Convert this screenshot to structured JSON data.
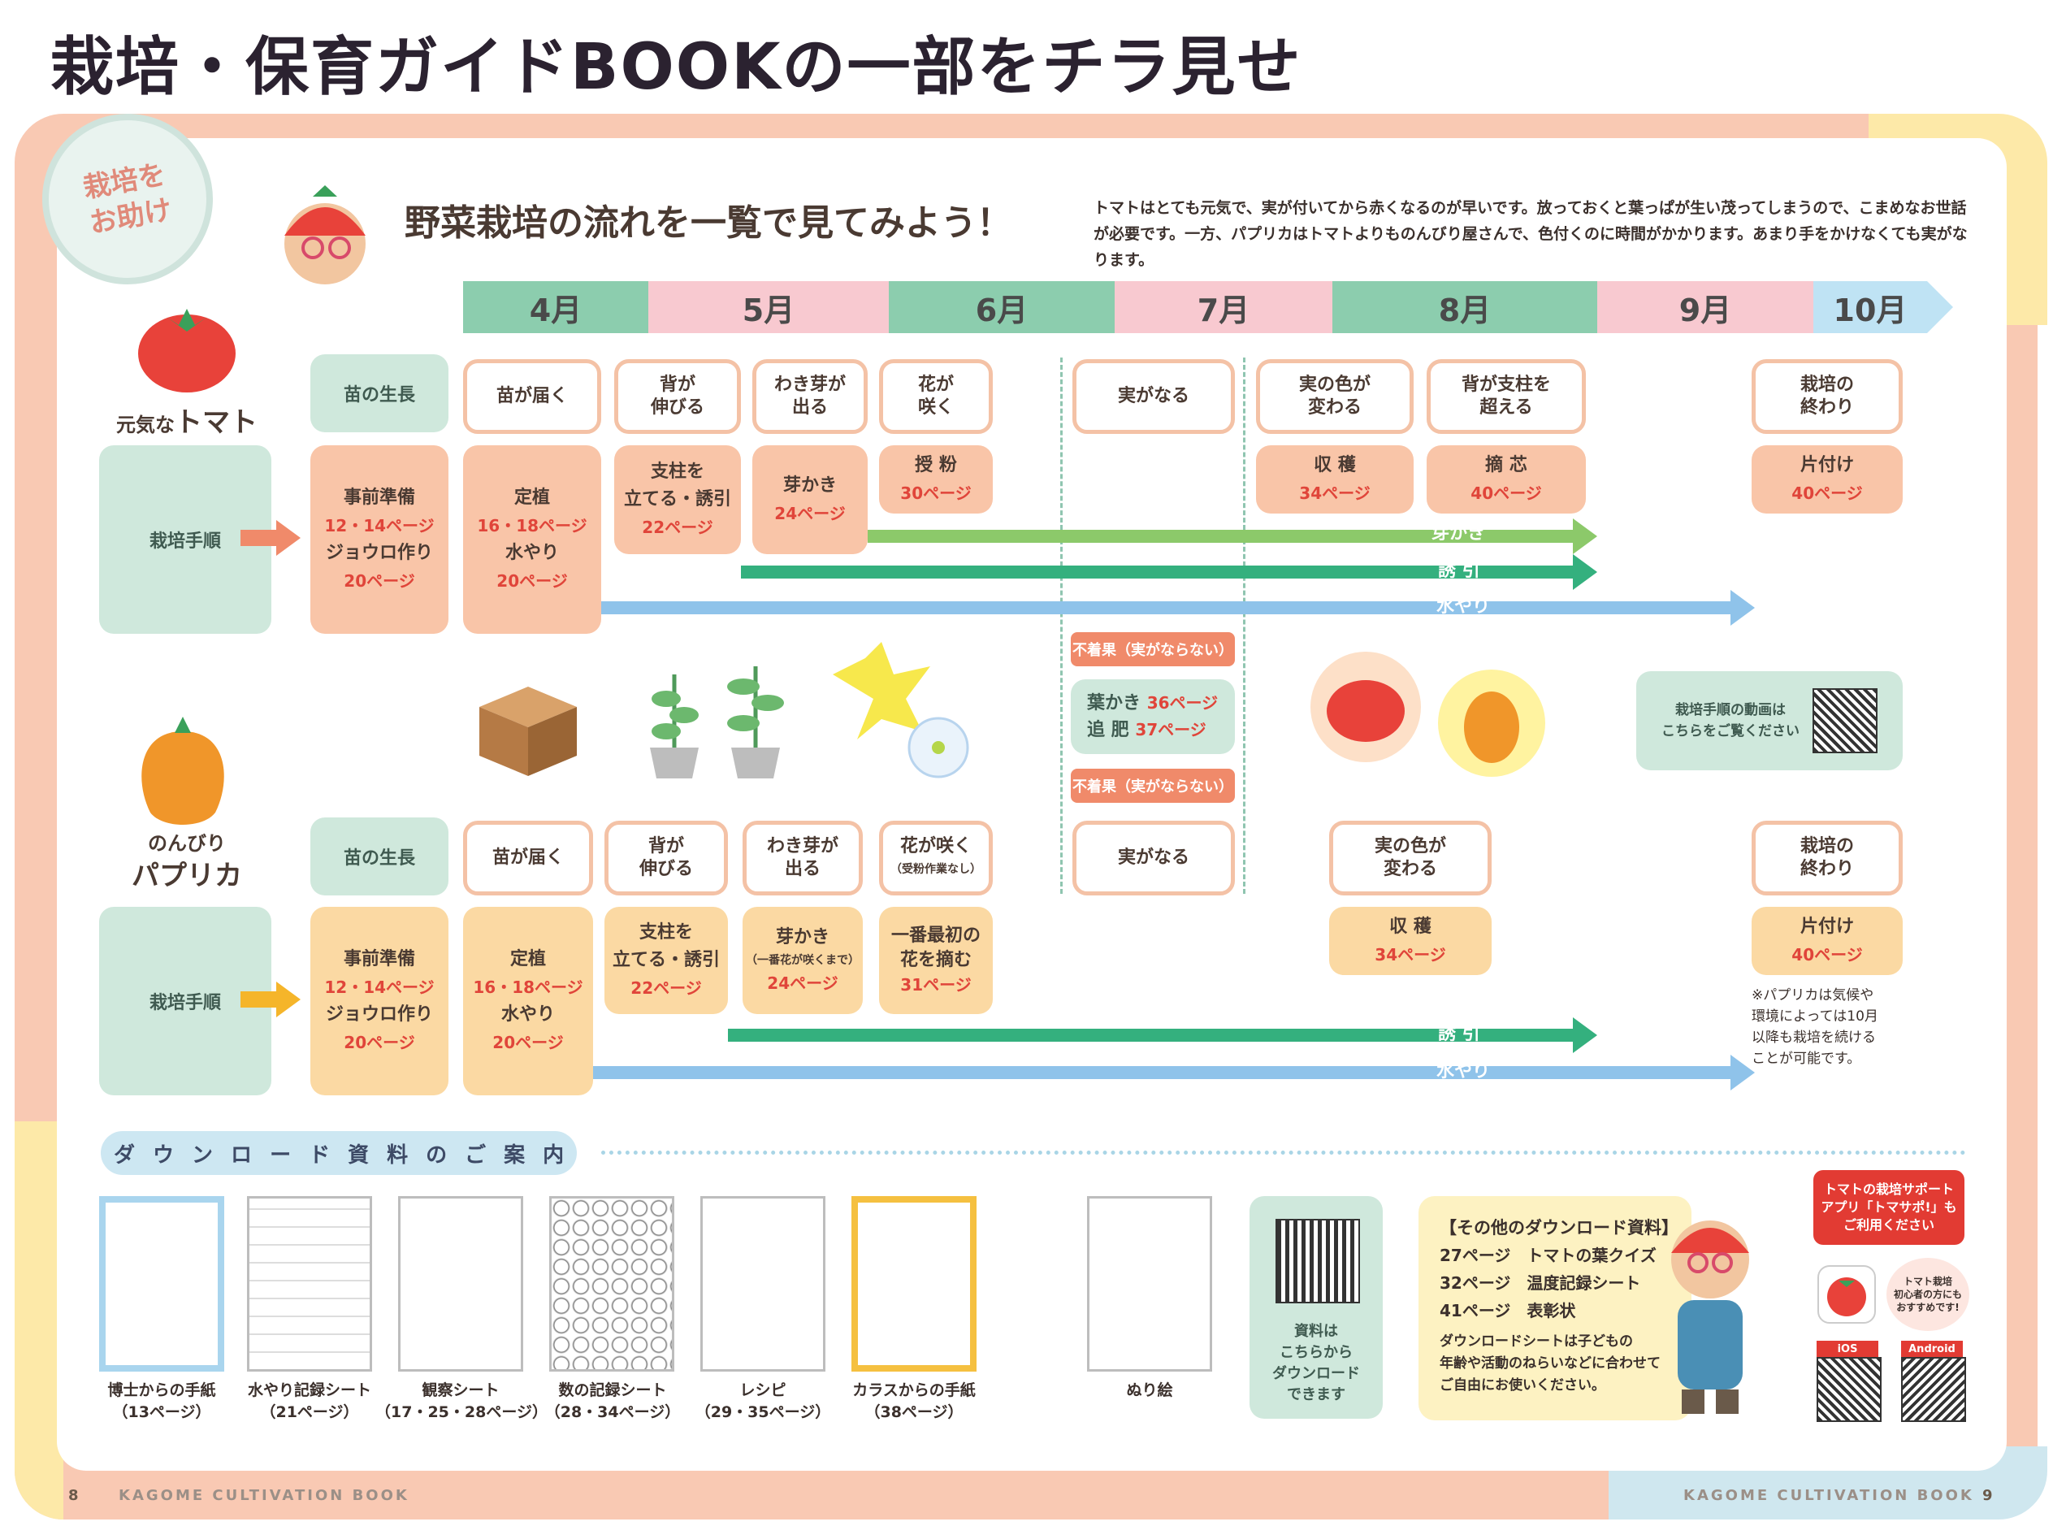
{
  "title": "栽培・保育ガイドBOOKの一部をチラ見せ",
  "badge": "栽培を\nお助け",
  "heading": "野菜栽培の流れを一覧で見てみよう！",
  "intro": "トマトはとても元気で、実が付いてから赤くなるのが早いです。放っておくと葉っぱが生い茂ってしまうので、こまめなお世話が必要です。一方、パプリカはトマトよりものんびり屋さんで、色付くのに時間がかかります。あまり手をかけなくても実がなります。",
  "months": [
    "4月",
    "5月",
    "6月",
    "7月",
    "8月",
    "9月",
    "10月"
  ],
  "tomato": {
    "name_small": "元気な",
    "name_big": "トマト",
    "growth_label": "苗の生長",
    "process_label": "栽培手順",
    "events": [
      "苗が届く",
      "背が\n伸びる",
      "わき芽が\n出る",
      "花が\n咲く",
      "実がなる",
      "実の色が\n変わる",
      "背が支柱を\n超える",
      "栽培の\n終わり"
    ],
    "steps": [
      {
        "t": "事前準備",
        "p": "12・14ページ",
        "t2": "ジョウロ作り",
        "p2": "20ページ"
      },
      {
        "t": "定植",
        "p": "16・18ページ",
        "t2": "水やり",
        "p2": "20ページ"
      },
      {
        "t": "支柱を\n立てる・誘引",
        "p": "22ページ"
      },
      {
        "t": "芽かき",
        "p": "24ページ"
      },
      {
        "t": "授 粉",
        "p": "30ページ"
      },
      {
        "t": "収 穫",
        "p": "34ページ"
      },
      {
        "t": "摘 芯",
        "p": "40ページ"
      },
      {
        "t": "片付け",
        "p": "40ページ"
      }
    ],
    "bars": [
      "芽かき",
      "誘 引",
      "水やり"
    ]
  },
  "middle": {
    "nofruit1": "不着果（実がならない）",
    "leaf": "葉かき",
    "leaf_pg": "36ページ",
    "fert": "追 肥",
    "fert_pg": "37ページ",
    "nofruit2": "不着果（実がならない）",
    "video": "栽培手順の動画は\nこちらをご覧ください"
  },
  "paprika": {
    "name_small": "のんびり",
    "name_big": "パプリカ",
    "growth_label": "苗の生長",
    "process_label": "栽培手順",
    "events": [
      "苗が届く",
      "背が\n伸びる",
      "わき芽が\n出る",
      "花が咲く",
      "（受粉作業なし）",
      "実がなる",
      "実の色が\n変わる",
      "栽培の\n終わり"
    ],
    "steps": [
      {
        "t": "事前準備",
        "p": "12・14ページ",
        "t2": "ジョウロ作り",
        "p2": "20ページ"
      },
      {
        "t": "定植",
        "p": "16・18ページ",
        "t2": "水やり",
        "p2": "20ページ"
      },
      {
        "t": "支柱を\n立てる・誘引",
        "p": "22ページ"
      },
      {
        "t": "芽かき",
        "sub": "（一番花が咲くまで）",
        "p": "24ページ"
      },
      {
        "t": "一番最初の\n花を摘む",
        "p": "31ページ"
      },
      {
        "t": "収 穫",
        "p": "34ページ"
      },
      {
        "t": "片付け",
        "p": "40ページ"
      }
    ],
    "bars": [
      "誘 引",
      "水やり"
    ],
    "note": "※パプリカは気候や\n環境によっては10月\n以降も栽培を続ける\nことが可能です。"
  },
  "download": {
    "chars": [
      "ダ",
      "ウ",
      "ン",
      "ロ",
      "ー",
      "ド",
      "資",
      "料",
      "の",
      "ご",
      "案",
      "内"
    ],
    "sheets": [
      {
        "name": "博士からの手紙",
        "page": "（13ページ）"
      },
      {
        "name": "水やり記録シート",
        "page": "（21ページ）"
      },
      {
        "name": "観察シート",
        "page": "（17・25・28ページ）"
      },
      {
        "name": "数の記録シート",
        "page": "（28・34ページ）"
      },
      {
        "name": "レシピ",
        "page": "（29・35ページ）"
      },
      {
        "name": "カラスからの手紙",
        "page": "（38ページ）"
      },
      {
        "name": "ぬり絵",
        "page": ""
      }
    ],
    "qr_text": "資料は\nこちらから\nダウンロード\nできます",
    "other_title": "【その他のダウンロード資料】",
    "other_items": [
      "27ページ　トマトの葉クイズ",
      "32ページ　温度記録シート",
      "41ページ　表彰状"
    ],
    "other_note": "ダウンロードシートは子どもの\n年齢や活動のねらいなどに合わせて\nご自由にお使いください。",
    "app_text": "トマトの栽培サポート\nアプリ「トマサポ!」も\nご利用ください",
    "app_bubble": "トマト栽培\n初心者の方にも\nおすすめです!",
    "ios": "iOS",
    "android": "Android"
  },
  "footer": {
    "left_page": "8",
    "left_text": "KAGOME CULTIVATION BOOK",
    "right_text": "KAGOME CULTIVATION BOOK",
    "right_page": "9"
  }
}
